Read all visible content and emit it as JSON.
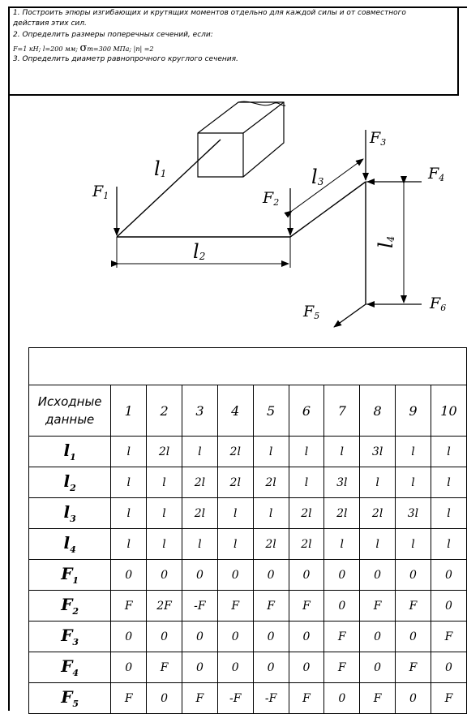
{
  "task": {
    "line1": "1. Построить эпюры изгибающих и крутящих моментов отдельно для каждой силы и от совместного",
    "line2": "действия этих сил.",
    "line3": "2. Определить размеры поперечных сечений, если:",
    "line4a": "F=1 кН;  l=200 мм;",
    "sigma": "σ",
    "line4b": "т=300 МПа;  |n| =2",
    "line5": "3. Определить диаметр равнопрочного круглого сечения."
  },
  "diagram": {
    "labels": {
      "F1": "F",
      "F1_sub": "1",
      "F2": "F",
      "F2_sub": "2",
      "F3": "F",
      "F3_sub": "3",
      "F4": "F",
      "F4_sub": "4",
      "F5": "F",
      "F5_sub": "5",
      "F6": "F",
      "F6_sub": "6",
      "l1": "l",
      "l1_sub": "1",
      "l2": "l",
      "l2_sub": "2",
      "l3": "l",
      "l3_sub": "3",
      "l4": "l",
      "l4_sub": "4"
    }
  },
  "table": {
    "caption": "",
    "header_label": "Исходные данные",
    "columns": [
      "1",
      "2",
      "3",
      "4",
      "5",
      "6",
      "7",
      "8",
      "9",
      "10"
    ],
    "rows": [
      {
        "name": "l",
        "sub": "1",
        "values": [
          "l",
          "2l",
          "l",
          "2l",
          "l",
          "l",
          "l",
          "3l",
          "l",
          "l"
        ]
      },
      {
        "name": "l",
        "sub": "2",
        "values": [
          "l",
          "l",
          "2l",
          "2l",
          "2l",
          "l",
          "3l",
          "l",
          "l",
          "l"
        ]
      },
      {
        "name": "l",
        "sub": "3",
        "values": [
          "l",
          "l",
          "2l",
          "l",
          "l",
          "2l",
          "2l",
          "2l",
          "3l",
          "l"
        ]
      },
      {
        "name": "l",
        "sub": "4",
        "values": [
          "l",
          "l",
          "l",
          "l",
          "2l",
          "2l",
          "l",
          "l",
          "l",
          "l"
        ]
      },
      {
        "name": "F",
        "sub": "1",
        "values": [
          "0",
          "0",
          "0",
          "0",
          "0",
          "0",
          "0",
          "0",
          "0",
          "0"
        ]
      },
      {
        "name": "F",
        "sub": "2",
        "values": [
          "F",
          "2F",
          "-F",
          "F",
          "F",
          "F",
          "0",
          "F",
          "F",
          "0"
        ]
      },
      {
        "name": "F",
        "sub": "3",
        "values": [
          "0",
          "0",
          "0",
          "0",
          "0",
          "0",
          "F",
          "0",
          "0",
          "F"
        ]
      },
      {
        "name": "F",
        "sub": "4",
        "values": [
          "0",
          "F",
          "0",
          "0",
          "0",
          "0",
          "F",
          "0",
          "F",
          "0"
        ]
      },
      {
        "name": "F",
        "sub": "5",
        "values": [
          "F",
          "0",
          "F",
          "-F",
          "-F",
          "F",
          "0",
          "F",
          "0",
          "F"
        ]
      }
    ]
  }
}
